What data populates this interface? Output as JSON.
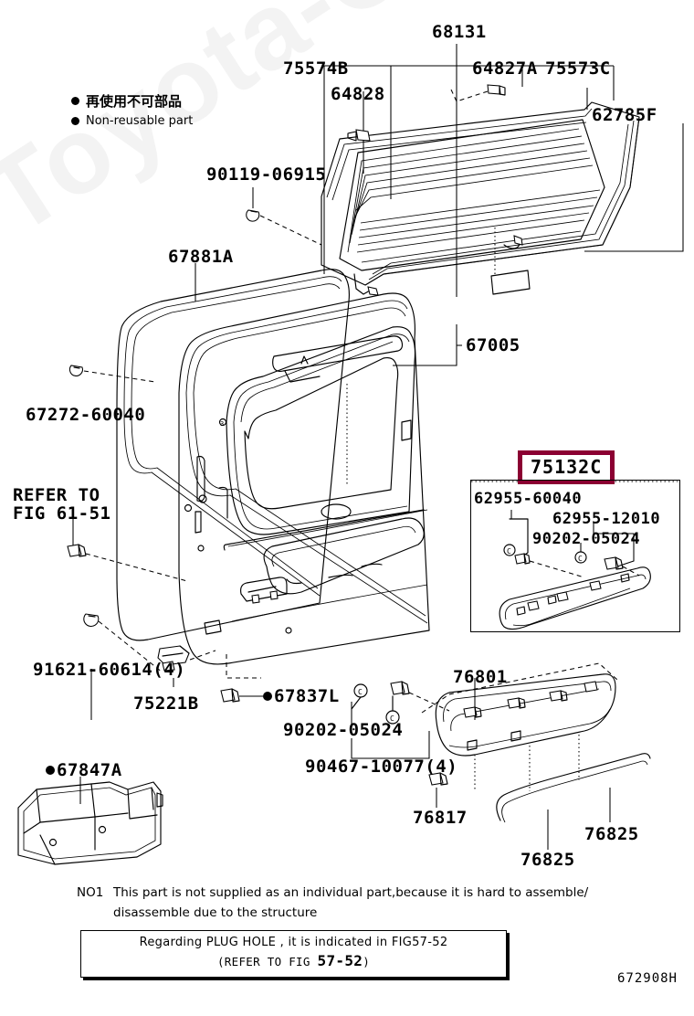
{
  "figure": {
    "code": "672908H",
    "watermark": "Toyota-Carwire.ru"
  },
  "legend": {
    "japanese": "再使用不可部品",
    "english": "Non-reusable part"
  },
  "highlight": {
    "part": "75132C",
    "border_color": "#8b0032"
  },
  "labels": {
    "top": {
      "l68131": "68131",
      "l75574B": "75574B",
      "l64828": "64828",
      "l64827A": "64827A",
      "l75573C": "75573C",
      "l62785F": "62785F"
    },
    "left": {
      "l90119": "90119-06915",
      "l67881A": "67881A",
      "l67272": "67272-60040",
      "refer_line1": "REFER TO",
      "refer_line2": "FIG 61-51",
      "l91621": "91621-60614(4)",
      "l75221B": "75221B",
      "l67847A": "67847A"
    },
    "center": {
      "l67005": "67005",
      "l67837L": "67837L",
      "l90202": "90202-05024",
      "l90467": "90467-10077(4)"
    },
    "inset": {
      "l62955_60040": "62955-60040",
      "l62955_12010": "62955-12010",
      "l90202_05024": "90202-05024"
    },
    "bottom": {
      "l76801": "76801",
      "l76817": "76817",
      "l76825_left": "76825",
      "l76825_right": "76825"
    }
  },
  "notes": {
    "no1_tag": "NO1",
    "no1_line1": "This part is not supplied as an individual part,because it is hard to assemble/",
    "no1_line2": "disassemble due to the structure",
    "plug_line1": "Regarding PLUG HOLE , it is indicated in FIG57-52",
    "plug_line2_pre": "(REFER TO FIG ",
    "plug_line2_fig": "57-52",
    "plug_line2_post": ")"
  }
}
